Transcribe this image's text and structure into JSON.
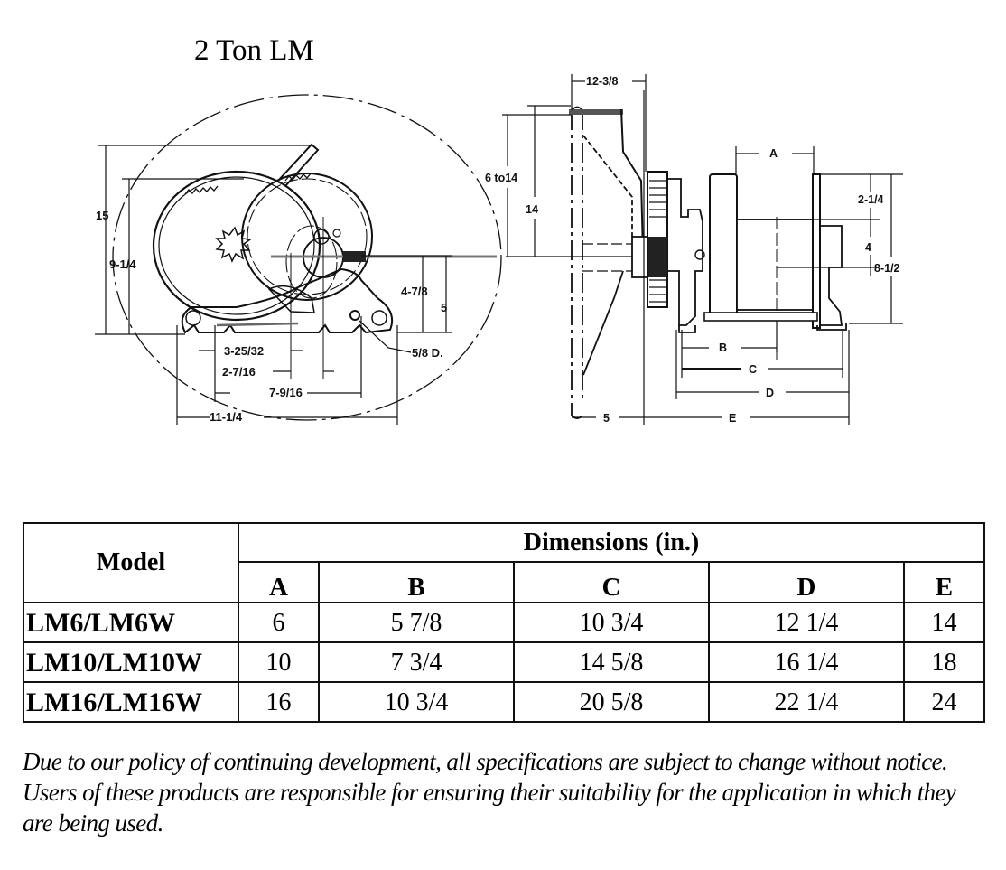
{
  "title": "2 Ton LM",
  "diagram": {
    "front_view_labels": {
      "overall_height": "15",
      "drum_height": "9-1/4",
      "axis_height_a": "4-7/8",
      "axis_height_b": "5",
      "hole_spacing_a": "3-25/32",
      "hole_offset": "2-7/16",
      "hole_spacing_b": "7-9/16",
      "base_width": "11-1/4",
      "bolt_diameter": "5/8 D."
    },
    "side_view_labels": {
      "handle_reach": "12-3/8",
      "handle_radius": "6 to14",
      "handle_height": "14",
      "dim_a": "A",
      "top_offset": "2-1/4",
      "mid_offset": "4",
      "total_height": "8-1/2",
      "dim_b": "B",
      "dim_c": "C",
      "dim_d": "D",
      "dim_e": "E",
      "handle_offset": "5"
    }
  },
  "table": {
    "model_header": "Model",
    "dimensions_header": "Dimensions (in.)",
    "columns": [
      "A",
      "B",
      "C",
      "D",
      "E"
    ],
    "rows": [
      {
        "model": "LM6/LM6W",
        "values": [
          "6",
          "5 7/8",
          "10 3/4",
          "12 1/4",
          "14"
        ]
      },
      {
        "model": "LM10/LM10W",
        "values": [
          "10",
          "7 3/4",
          "14 5/8",
          "16 1/4",
          "18"
        ]
      },
      {
        "model": "LM16/LM16W",
        "values": [
          "16",
          "10 3/4",
          "20 5/8",
          "22 1/4",
          "24"
        ]
      }
    ]
  },
  "note": "Due to our policy of continuing development, all specifications are subject to change without notice.  Users of these products are responsible for ensuring their suitability for the application in which they are being used."
}
